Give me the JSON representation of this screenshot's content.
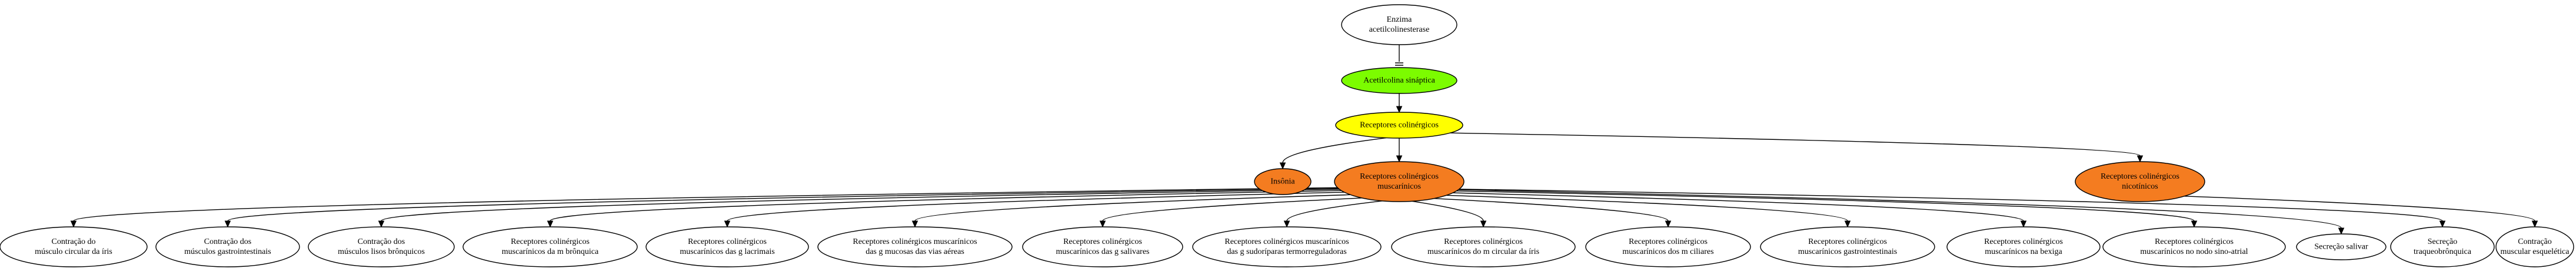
{
  "diagram": {
    "nodes": [
      {
        "id": "enzima",
        "label": [
          "Enzima",
          "acetilcolinesterase"
        ],
        "fill": "#ffffff"
      },
      {
        "id": "acetilcolina",
        "label": [
          "Acetilcolina sináptica"
        ],
        "fill": "#7cfc00"
      },
      {
        "id": "receptores",
        "label": [
          "Receptores colinérgicos"
        ],
        "fill": "#ffff00"
      },
      {
        "id": "insonia",
        "label": [
          "Insônia"
        ],
        "fill": "#f47c20"
      },
      {
        "id": "muscarinicos",
        "label": [
          "Receptores colinérgicos",
          "muscarínicos"
        ],
        "fill": "#f47c20"
      },
      {
        "id": "nicotinicos",
        "label": [
          "Receptores colinérgicos",
          "nicotínicos"
        ],
        "fill": "#f47c20"
      },
      {
        "id": "iris",
        "label": [
          "Contração do",
          "músculo circular da íris"
        ],
        "fill": "#ffffff"
      },
      {
        "id": "gastro",
        "label": [
          "Contração dos",
          "músculos gastrointestinais"
        ],
        "fill": "#ffffff"
      },
      {
        "id": "bronquicos",
        "label": [
          "Contração dos",
          "músculos lisos brônquicos"
        ],
        "fill": "#ffffff"
      },
      {
        "id": "m_bronquica",
        "label": [
          "Receptores colinérgicos",
          "muscarínicos da m brônquica"
        ],
        "fill": "#ffffff"
      },
      {
        "id": "m_lacrimais",
        "label": [
          "Receptores colinérgicos",
          "muscarínicos das g lacrimais"
        ],
        "fill": "#ffffff"
      },
      {
        "id": "m_mucosas",
        "label": [
          "Receptores colinérgicos muscarínicos",
          "das g mucosas das vias aéreas"
        ],
        "fill": "#ffffff"
      },
      {
        "id": "m_salivares",
        "label": [
          "Receptores colinérgicos",
          "muscarínicos das g salivares"
        ],
        "fill": "#ffffff"
      },
      {
        "id": "m_sudoriparas",
        "label": [
          "Receptores colinérgicos muscarínicos",
          "das g sudoríparas termorreguladoras"
        ],
        "fill": "#ffffff"
      },
      {
        "id": "m_iris",
        "label": [
          "Receptores colinérgicos",
          "muscarínicos do m circular da íris"
        ],
        "fill": "#ffffff"
      },
      {
        "id": "m_ciliares",
        "label": [
          "Receptores colinérgicos",
          "muscarínicos dos m ciliares"
        ],
        "fill": "#ffffff"
      },
      {
        "id": "m_gastro",
        "label": [
          "Receptores colinérgicos",
          "muscarínicos gastrointestinais"
        ],
        "fill": "#ffffff"
      },
      {
        "id": "m_bexiga",
        "label": [
          "Receptores colinérgicos",
          "muscarínicos na bexiga"
        ],
        "fill": "#ffffff"
      },
      {
        "id": "m_nodo",
        "label": [
          "Receptores colinérgicos",
          "muscarínicos no nodo sino-atrial"
        ],
        "fill": "#ffffff"
      },
      {
        "id": "salivar",
        "label": [
          "Secreção salivar"
        ],
        "fill": "#ffffff"
      },
      {
        "id": "traqueo",
        "label": [
          "Secreção",
          "traqueobrônquica"
        ],
        "fill": "#ffffff"
      },
      {
        "id": "esqueletica",
        "label": [
          "Contração",
          "muscular esquelética"
        ],
        "fill": "#ffffff"
      }
    ],
    "edges": [
      {
        "from": "enzima",
        "to": "acetilcolina",
        "head": "tee"
      },
      {
        "from": "acetilcolina",
        "to": "receptores",
        "head": "arrow"
      },
      {
        "from": "receptores",
        "to": "insonia",
        "head": "arrow"
      },
      {
        "from": "receptores",
        "to": "muscarinicos",
        "head": "arrow"
      },
      {
        "from": "receptores",
        "to": "nicotinicos",
        "head": "arrow"
      },
      {
        "from": "muscarinicos",
        "to": "iris",
        "head": "arrow"
      },
      {
        "from": "muscarinicos",
        "to": "gastro",
        "head": "arrow"
      },
      {
        "from": "muscarinicos",
        "to": "bronquicos",
        "head": "arrow"
      },
      {
        "from": "muscarinicos",
        "to": "m_bronquica",
        "head": "arrow"
      },
      {
        "from": "muscarinicos",
        "to": "m_lacrimais",
        "head": "arrow"
      },
      {
        "from": "muscarinicos",
        "to": "m_mucosas",
        "head": "arrow"
      },
      {
        "from": "muscarinicos",
        "to": "m_salivares",
        "head": "arrow"
      },
      {
        "from": "muscarinicos",
        "to": "m_sudoriparas",
        "head": "arrow"
      },
      {
        "from": "muscarinicos",
        "to": "m_iris",
        "head": "arrow"
      },
      {
        "from": "muscarinicos",
        "to": "m_ciliares",
        "head": "arrow"
      },
      {
        "from": "muscarinicos",
        "to": "m_gastro",
        "head": "arrow"
      },
      {
        "from": "muscarinicos",
        "to": "m_bexiga",
        "head": "arrow"
      },
      {
        "from": "muscarinicos",
        "to": "m_nodo",
        "head": "arrow"
      },
      {
        "from": "muscarinicos",
        "to": "salivar",
        "head": "arrow"
      },
      {
        "from": "muscarinicos",
        "to": "traqueo",
        "head": "arrow"
      },
      {
        "from": "nicotinicos",
        "to": "esqueletica",
        "head": "arrow"
      }
    ]
  }
}
